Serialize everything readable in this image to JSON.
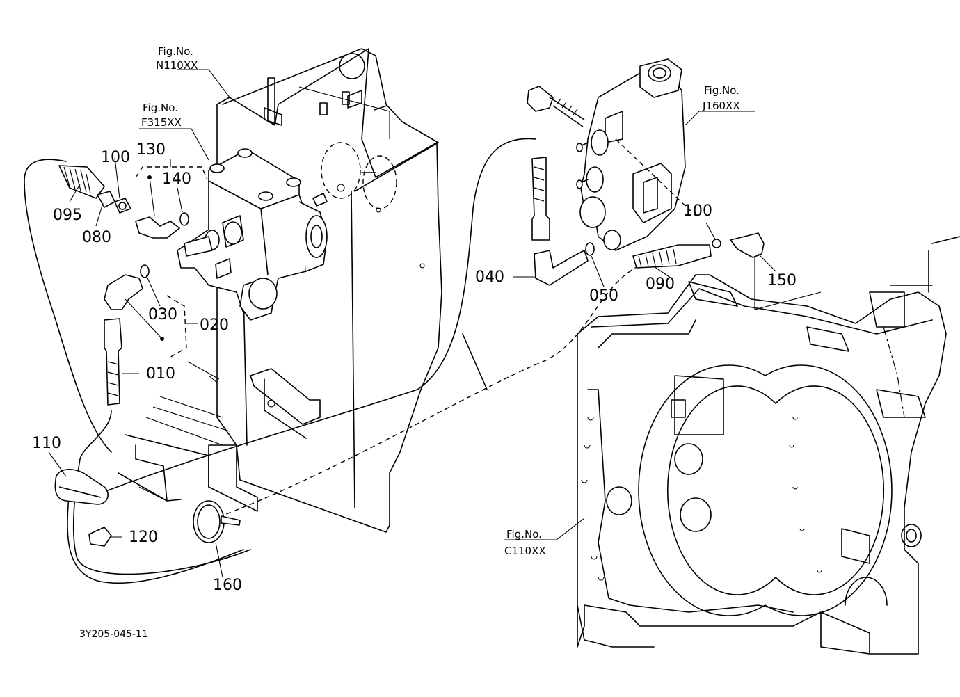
{
  "figure_refs": [
    {
      "line1": "Fig.No.",
      "line2": "N110XX"
    },
    {
      "line1": "Fig.No.",
      "line2": "F315XX"
    },
    {
      "line1": "Fig.No.",
      "line2": "J160XX"
    },
    {
      "line1": "Fig.No.",
      "line2": "C110XX"
    }
  ],
  "part_labels": {
    "p010": "010",
    "p020": "020",
    "p030": "030",
    "p040": "040",
    "p050": "050",
    "p080": "080",
    "p090": "090",
    "p095": "095",
    "p100a": "100",
    "p100b": "100",
    "p110": "110",
    "p120": "120",
    "p130": "130",
    "p140": "140",
    "p150": "150",
    "p160": "160"
  },
  "drawing_code": "3Y205-045-11"
}
